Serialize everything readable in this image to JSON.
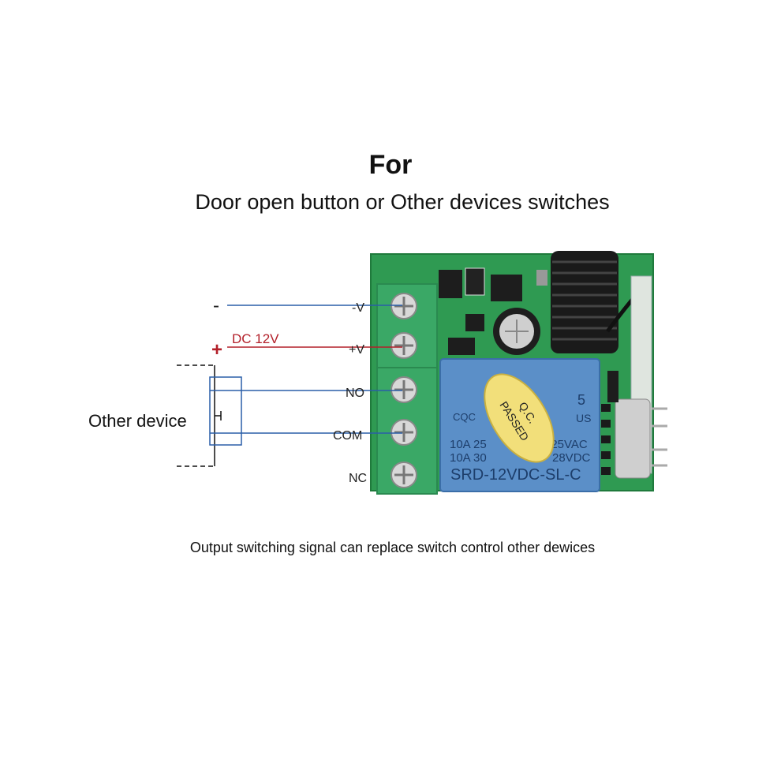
{
  "title": "For",
  "subtitle": "Door open button or Other devices switches",
  "caption": "Output switching signal can replace switch control other dewices",
  "power": {
    "minus_sign": "-",
    "plus_sign": "+",
    "voltage_label": "DC 12V"
  },
  "device_label": "Other device",
  "terminals": [
    "-V",
    "+V",
    "NO",
    "COM",
    "NC"
  ],
  "relay": {
    "brand": "CQC",
    "code_5": "5",
    "us": "US",
    "line1_left": "10A 25",
    "line1_right": "125VAC",
    "line2_left": "10A 30",
    "line2_right": "28VDC",
    "model": "SRD-12VDC-SL-C",
    "qc_line1": "Q.C.",
    "qc_line2": "PASSED"
  },
  "colors": {
    "wire_blue": "#2a5ea8",
    "wire_red": "#b3202a",
    "pcb_green": "#2f9a52",
    "terminal_green": "#3aa866",
    "relay_blue": "#5b8fc8",
    "qc_yellow": "#f2df7a"
  }
}
